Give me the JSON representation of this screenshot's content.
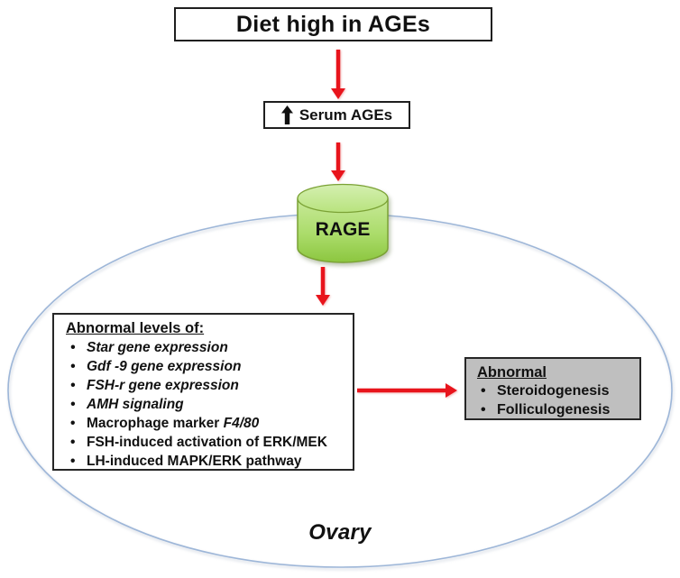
{
  "figure": {
    "nodes": {
      "diet_box": {
        "label": "Diet high in AGEs"
      },
      "serum_box": {
        "label": "Serum AGEs",
        "up_arrow_meaning": "increased"
      },
      "rage": {
        "label": "RAGE"
      },
      "abnormal_levels_box": {
        "title": "Abnormal levels of:",
        "items": [
          {
            "text": "Star gene expression",
            "emphasis": "italic"
          },
          {
            "text": "Gdf -9 gene expression",
            "emphasis": "italic"
          },
          {
            "text": "FSH-r gene expression",
            "emphasis": "italic"
          },
          {
            "text": "AMH signaling",
            "emphasis": "italic"
          },
          {
            "prefix": "Macrophage marker ",
            "italic_term": "F4/80"
          },
          {
            "text": "FSH-induced activation of ERK/MEK",
            "emphasis": "none"
          },
          {
            "text": "LH-induced MAPK/ERK pathway",
            "emphasis": "none"
          }
        ]
      },
      "outcome_box": {
        "title": "Abnormal",
        "items": [
          "Steroidogenesis",
          "Folliculogenesis"
        ]
      },
      "ovary_label": "Ovary"
    },
    "colors": {
      "arrow_red": "#e8141c",
      "ellipse_stroke": "#9db6d8",
      "outcome_fill": "#bfbfbf",
      "cylinder_cap_light": "#d4efb0",
      "cylinder_cap_dark": "#b8e37e",
      "cylinder_body_light": "#c8e999",
      "cylinder_body_mid": "#abdc6b",
      "cylinder_body_dark": "#8cc63f",
      "cylinder_stroke": "#7ba235",
      "box_border": "#1f1f1f",
      "up_arrow_black": "#111111"
    }
  }
}
